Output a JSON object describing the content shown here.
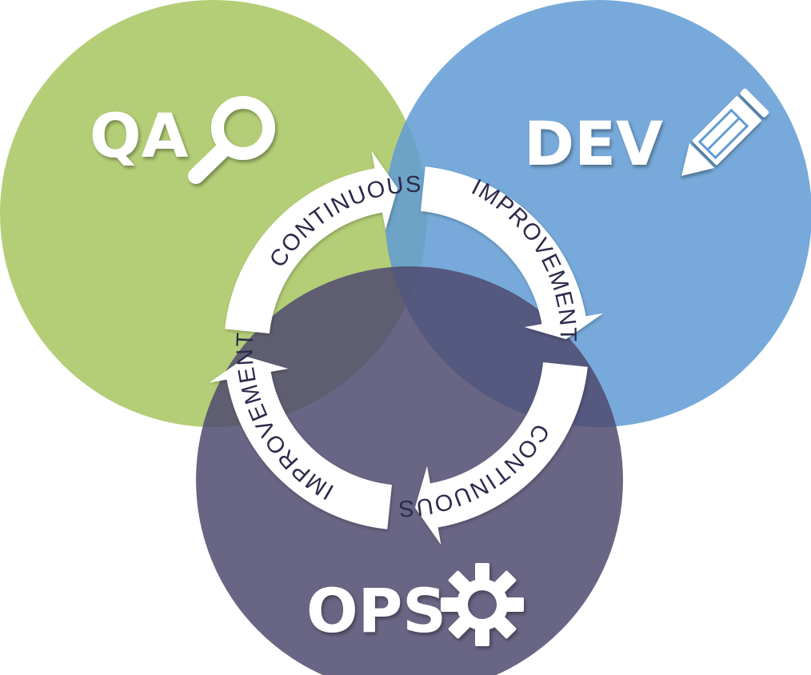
{
  "circles": [
    {
      "id": "qa",
      "label": "QA",
      "icon": "magnifier-icon",
      "color": "#a7c65f"
    },
    {
      "id": "dev",
      "label": "DEV",
      "icon": "pencil-icon",
      "color": "#5f9bd3"
    },
    {
      "id": "ops",
      "label": "OPS",
      "icon": "gear-icon",
      "color": "#4f4a6e"
    }
  ],
  "cycle": {
    "labels": [
      "CONTINUOUS",
      "IMPROVEMENT",
      "CONTINUOUS",
      "IMPROVEMENT"
    ],
    "arrow_color": "#ffffff",
    "text_color": "#2c2a4a"
  }
}
